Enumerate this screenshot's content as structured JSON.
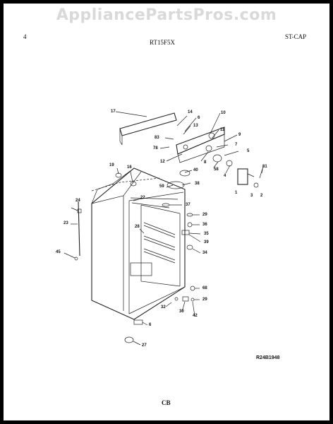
{
  "watermark": "AppliancePartsPros.com",
  "header": {
    "page_number": "4",
    "model": "RT15F5X",
    "section": "ST-CAP"
  },
  "footer": {
    "drawing_number": "R24B1948",
    "section_code": "CB"
  },
  "callouts": [
    "17",
    "14",
    "6",
    "10",
    "13",
    "11",
    "83",
    "9",
    "78",
    "8",
    "7",
    "12",
    "5",
    "40",
    "58",
    "4",
    "1",
    "81",
    "3",
    "2",
    "19",
    "16",
    "59",
    "38",
    "22",
    "37",
    "29",
    "36",
    "24",
    "28",
    "35",
    "39",
    "23",
    "34",
    "45",
    "68",
    "29",
    "32",
    "30",
    "42",
    "6",
    "27"
  ]
}
